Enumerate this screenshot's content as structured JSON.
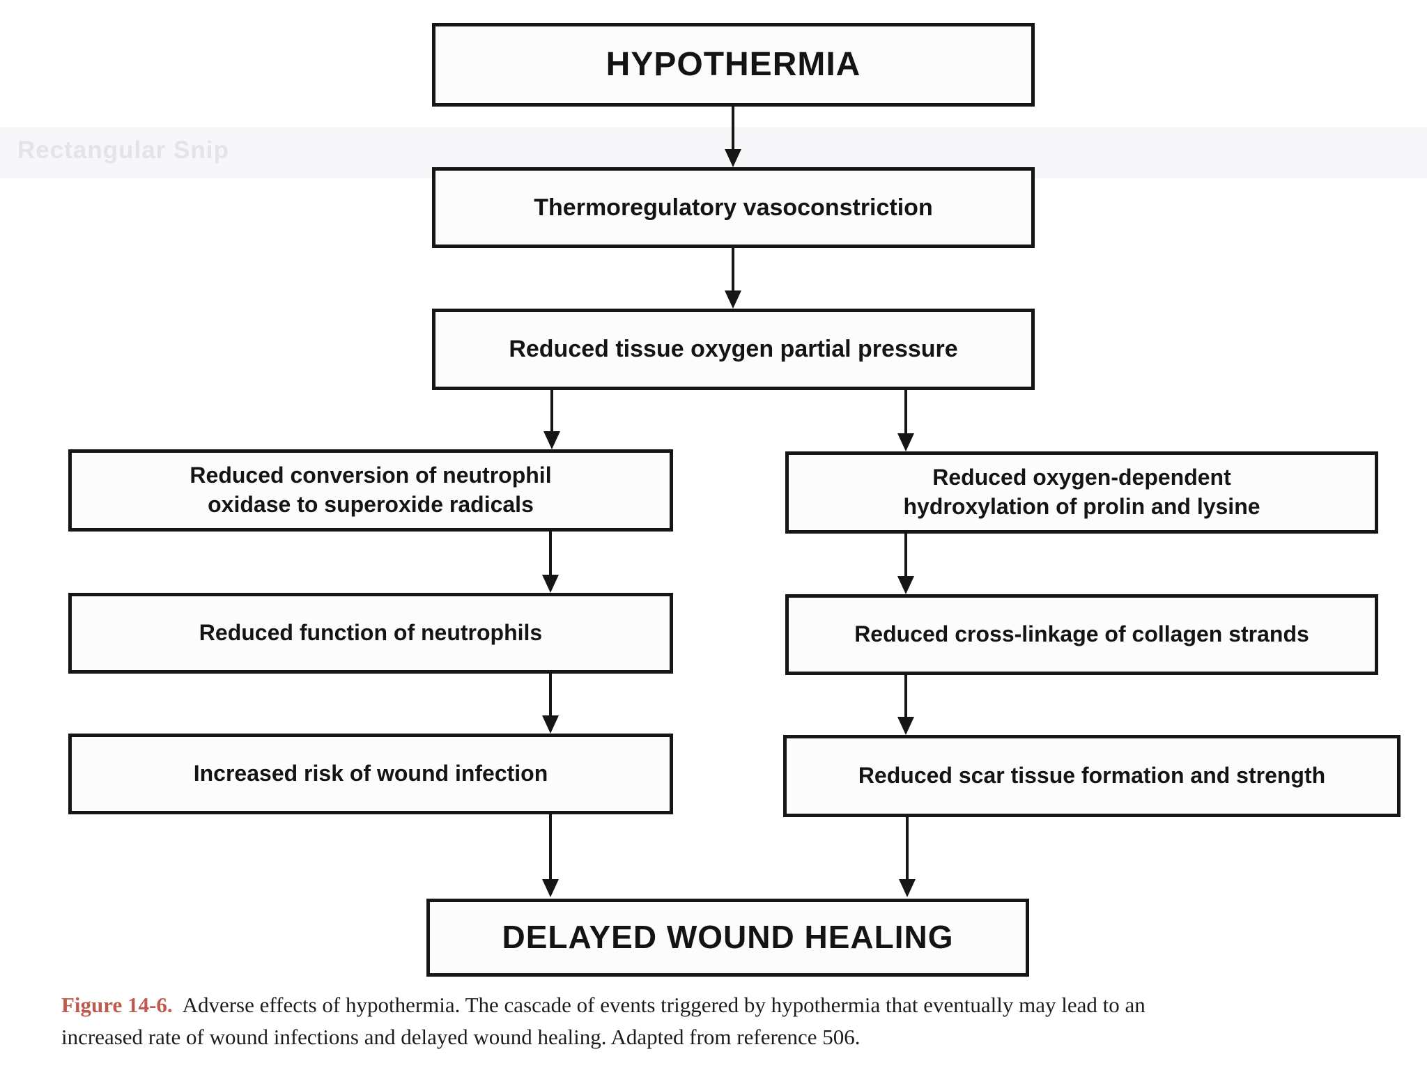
{
  "snip": {
    "label": "Rectangular Snip"
  },
  "flowchart": {
    "nodes": {
      "hypothermia": "HYPOTHERMIA",
      "thermoregulatory_vasoconstriction": "Thermoregulatory vasoconstriction",
      "reduced_tissue_oxygen": "Reduced tissue oxygen partial pressure",
      "reduced_neutrophil_oxidase_conversion": "Reduced conversion of neutrophil\noxidase to superoxide radicals",
      "reduced_hydroxylation": "Reduced oxygen-dependent\nhydroxylation of prolin and lysine",
      "reduced_neutrophil_function": "Reduced function of neutrophils",
      "reduced_collagen_crosslinkage": "Reduced cross-linkage of collagen strands",
      "increased_wound_infection_risk": "Increased risk of wound infection",
      "reduced_scar_tissue": "Reduced scar tissue formation and strength",
      "delayed_wound_healing": "DELAYED WOUND HEALING"
    },
    "edges": [
      {
        "from": "hypothermia",
        "to": "thermoregulatory_vasoconstriction"
      },
      {
        "from": "thermoregulatory_vasoconstriction",
        "to": "reduced_tissue_oxygen"
      },
      {
        "from": "reduced_tissue_oxygen",
        "to": "reduced_neutrophil_oxidase_conversion"
      },
      {
        "from": "reduced_tissue_oxygen",
        "to": "reduced_hydroxylation"
      },
      {
        "from": "reduced_neutrophil_oxidase_conversion",
        "to": "reduced_neutrophil_function"
      },
      {
        "from": "reduced_hydroxylation",
        "to": "reduced_collagen_crosslinkage"
      },
      {
        "from": "reduced_neutrophil_function",
        "to": "increased_wound_infection_risk"
      },
      {
        "from": "reduced_collagen_crosslinkage",
        "to": "reduced_scar_tissue"
      },
      {
        "from": "increased_wound_infection_risk",
        "to": "delayed_wound_healing"
      },
      {
        "from": "reduced_scar_tissue",
        "to": "delayed_wound_healing"
      }
    ]
  },
  "caption": {
    "figure_label": "Figure 14-6.",
    "line1": "Adverse effects of hypothermia. The cascade of events triggered by hypothermia that eventually may lead to an",
    "line2": "increased rate of wound infections and delayed wound healing. Adapted from reference 506."
  },
  "colors": {
    "box_border": "#161616",
    "box_fill": "#fcfcfc",
    "text": "#141414",
    "ghost_label": "#e3e3e8",
    "figure_label": "#c05a4c"
  }
}
